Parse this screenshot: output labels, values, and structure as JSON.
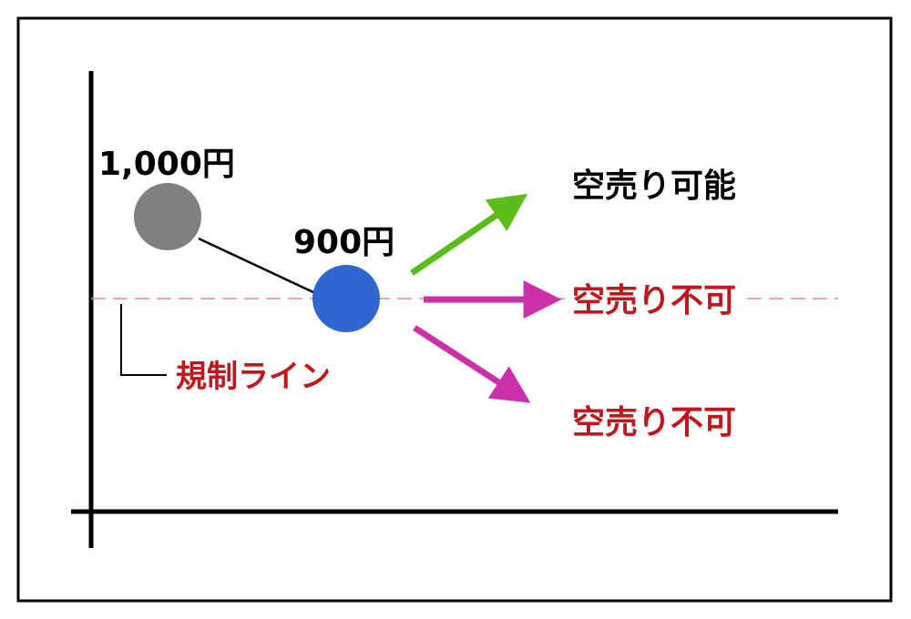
{
  "points": {
    "previous": {
      "label": "1,000円",
      "color": "#808080"
    },
    "current": {
      "label": "900円",
      "color": "#2f66d0"
    }
  },
  "regulation_line": {
    "label": "規制ライン",
    "color": "#e88888",
    "label_color": "#c0161c"
  },
  "outcomes": [
    {
      "label": "空売り可能",
      "label_color": "#000000",
      "arrow_color": "#5cbd1a"
    },
    {
      "label": "空売り不可",
      "label_color": "#c0161c",
      "arrow_color": "#cc30a8"
    },
    {
      "label": "空売り不可",
      "label_color": "#c0161c",
      "arrow_color": "#cc30a8"
    }
  ],
  "colors": {
    "frame": "#000000",
    "axis": "#000000",
    "connector": "#000000"
  }
}
